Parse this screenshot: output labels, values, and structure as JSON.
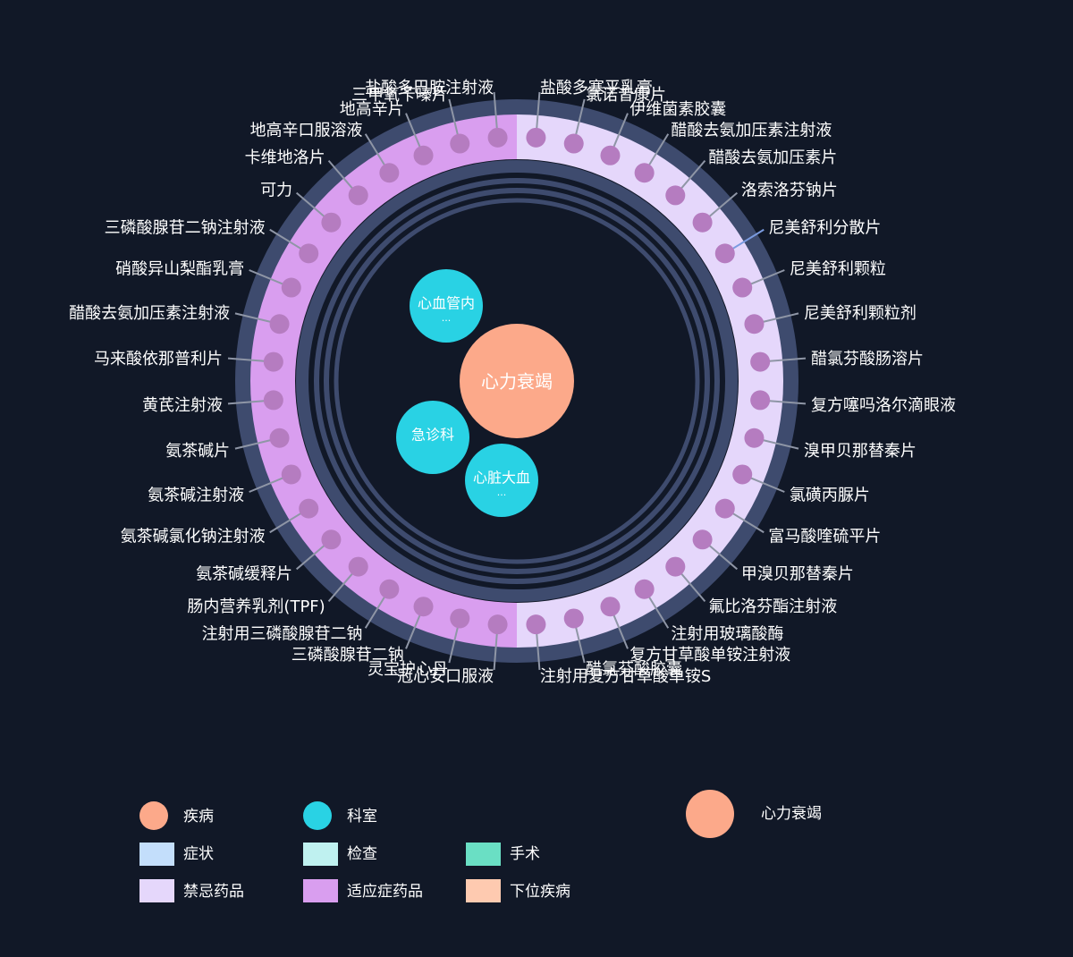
{
  "center": {
    "disease": "心力衰竭",
    "departments": [
      {
        "label": "心血管内",
        "sub": "···"
      },
      {
        "label": "急诊科",
        "sub": ""
      },
      {
        "label": "心脏大血",
        "sub": "···"
      }
    ]
  },
  "ring": {
    "left_category": "适应症药品",
    "right_category": "禁忌药品",
    "left_items": [
      "冠心安口服液",
      "灵宝护心丹",
      "三磷酸腺苷二钠",
      "注射用三磷酸腺苷二钠",
      "肠内营养乳剂(TPF)",
      "氨茶碱缓释片",
      "氨茶碱氯化钠注射液",
      "氨茶碱注射液",
      "氨茶碱片",
      "黄芪注射液",
      "马来酸依那普利片",
      "醋酸去氨加压素注射液",
      "硝酸异山梨酯乳膏",
      "三磷酸腺苷二钠注射液",
      "可力",
      "卡维地洛片",
      "地高辛口服溶液",
      "地高辛片",
      "三甲氧苄嗪片",
      "盐酸多巴胺注射液"
    ],
    "right_items": [
      "盐酸多塞平乳膏",
      "氯诺昔康片",
      "伊维菌素胶囊",
      "醋酸去氨加压素注射液",
      "醋酸去氨加压素片",
      "洛索洛芬钠片",
      "尼美舒利分散片",
      "尼美舒利颗粒",
      "尼美舒利颗粒剂",
      "醋氯芬酸肠溶片",
      "复方噻吗洛尔滴眼液",
      "溴甲贝那替秦片",
      "氯磺丙脲片",
      "富马酸喹硫平片",
      "甲溴贝那替秦片",
      "氟比洛芬酯注射液",
      "注射用玻璃酸酶",
      "复方甘草酸单铵注射液",
      "醋氯芬酸胶囊",
      "注射用复方甘草酸单铵S"
    ]
  },
  "legend": {
    "items": [
      {
        "label": "疾病",
        "shape": "circle",
        "color": "#FCA98A"
      },
      {
        "label": "科室",
        "shape": "circle",
        "color": "#29D2E4"
      },
      {
        "label": "症状",
        "shape": "rect",
        "color": "#C3DEFB"
      },
      {
        "label": "检查",
        "shape": "rect",
        "color": "#BFF1F0"
      },
      {
        "label": "手术",
        "shape": "rect",
        "color": "#6ADFC4"
      },
      {
        "label": "禁忌药品",
        "shape": "rect",
        "color": "#E5D7FB"
      },
      {
        "label": "适应症药品",
        "shape": "rect",
        "color": "#D99EEF"
      },
      {
        "label": "下位疾病",
        "shape": "rect",
        "color": "#FECAB0"
      }
    ],
    "selected": {
      "label": "心力衰竭",
      "color": "#FCA98A"
    }
  },
  "colors": {
    "background": "#111827",
    "ring_outer": "#3E4B6E",
    "ring_inner": "#3E4B6E",
    "node_dot": "#B57CC0",
    "link_line": "#8F96A6",
    "highlight_line": "#7A9BE0",
    "label_text": "#FFFFFF"
  }
}
